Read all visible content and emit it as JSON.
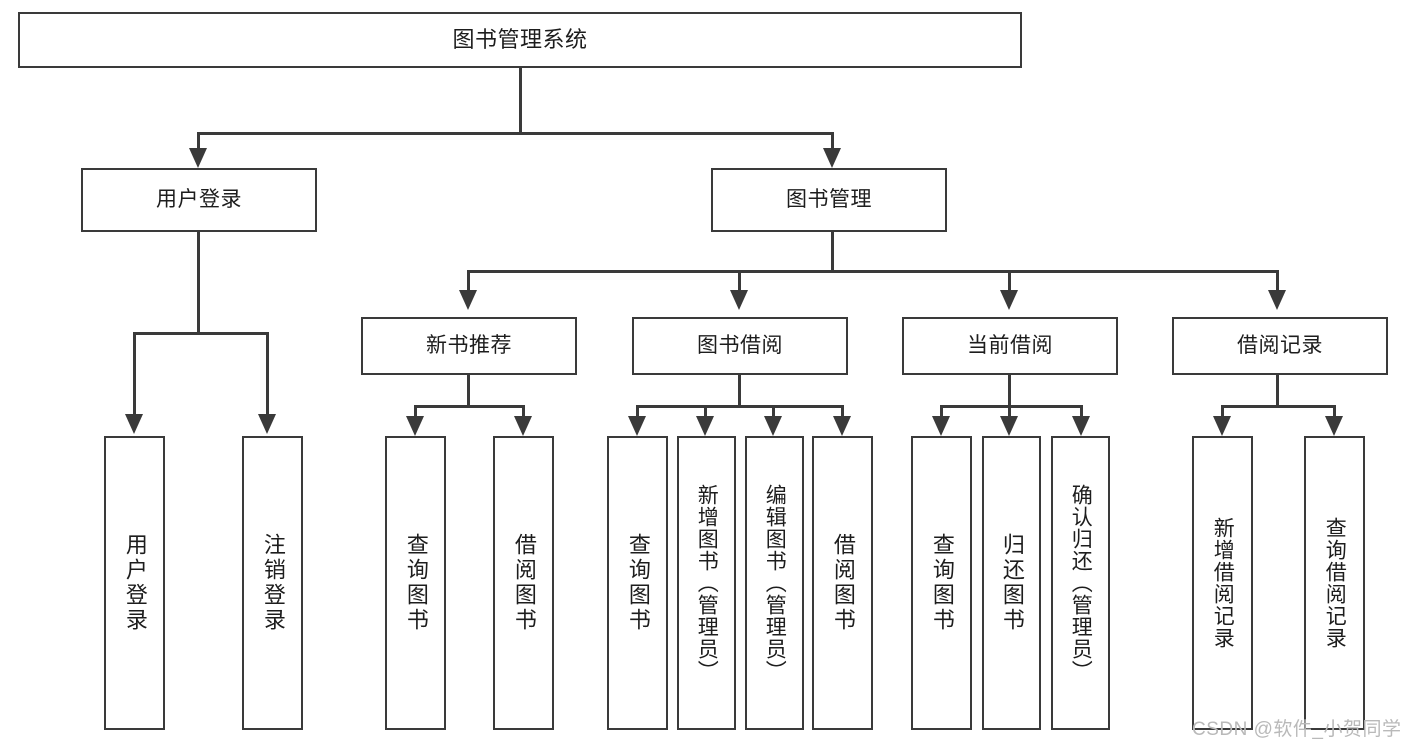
{
  "diagram": {
    "type": "tree-hierarchy-chart",
    "title": "图书管理系统",
    "orientation": "top-down",
    "colors": {
      "stroke": "#3a3a3a",
      "fill": "#ffffff",
      "text": "#1d1d1d",
      "watermark": "#b9b9b9"
    }
  },
  "nodes": {
    "root": {
      "label": "图书管理系统"
    },
    "level2": [
      {
        "label": "用户登录"
      },
      {
        "label": "图书管理"
      }
    ],
    "level3": [
      {
        "label": "新书推荐"
      },
      {
        "label": "图书借阅"
      },
      {
        "label": "当前借阅"
      },
      {
        "label": "借阅记录"
      }
    ],
    "leaves": {
      "user_login": [
        {
          "label": "用户登录"
        },
        {
          "label": "注销登录"
        }
      ],
      "new_book_recommend": [
        {
          "label": "查询图书"
        },
        {
          "label": "借阅图书"
        }
      ],
      "book_borrow": [
        {
          "label": "查询图书"
        },
        {
          "label": "新增图书（管理员）"
        },
        {
          "label": "编辑图书（管理员）"
        },
        {
          "label": "借阅图书"
        }
      ],
      "current_borrow": [
        {
          "label": "查询图书"
        },
        {
          "label": "归还图书"
        },
        {
          "label": "确认归还（管理员）"
        }
      ],
      "borrow_record": [
        {
          "label": "新增借阅记录"
        },
        {
          "label": "查询借阅记录"
        }
      ]
    }
  },
  "watermark": {
    "text": "CSDN @软件_小贺同学"
  }
}
